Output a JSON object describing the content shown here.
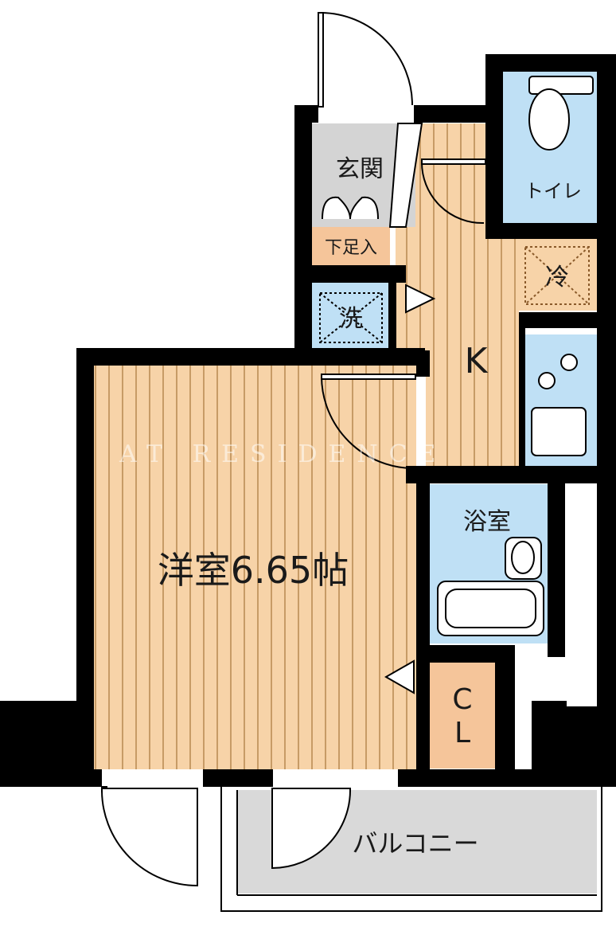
{
  "floorplan": {
    "rooms": {
      "genkan": "玄関",
      "geta": "下足入",
      "toilet": "トイレ",
      "reizouko": "冷",
      "sentaku": "洗",
      "kitchen": "K",
      "youshitsu": "洋室6.65帖",
      "yokushitsu": "浴室",
      "closet_c": "C",
      "closet_l": "L",
      "balcony": "バルコニー"
    },
    "watermark": "AT RESIDENCE",
    "colors": {
      "wall": "#000000",
      "floor_wood": "#f7d3a8",
      "floor_stripe": "#c79b66",
      "wet_area": "#bfe0f5",
      "entrance": "#d4d4d4",
      "storage": "#f5c59a",
      "balcony": "#d9d9d9"
    }
  }
}
